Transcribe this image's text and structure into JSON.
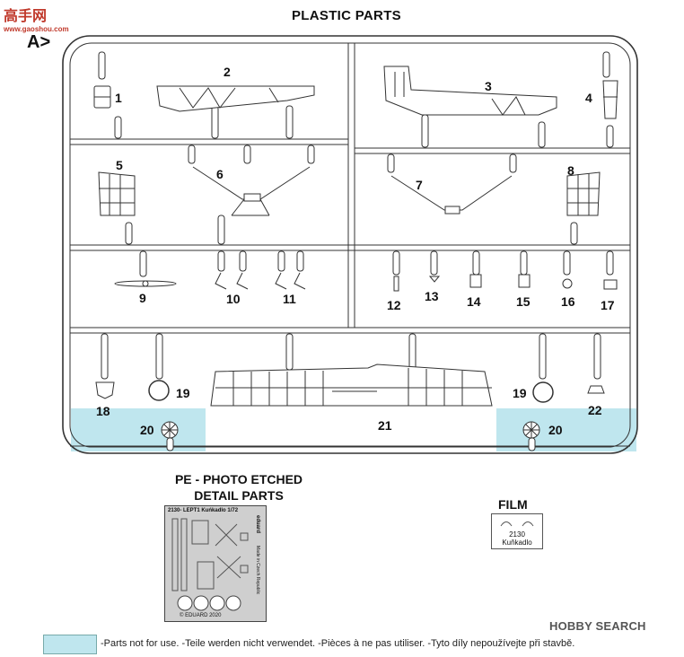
{
  "watermark": {
    "logo": "高手网",
    "url": "www.gaoshou.com"
  },
  "header": {
    "title": "PLASTIC PARTS",
    "sprue_label": "A>"
  },
  "parts": [
    "1",
    "2",
    "3",
    "4",
    "5",
    "6",
    "7",
    "8",
    "9",
    "10",
    "11",
    "12",
    "13",
    "14",
    "15",
    "16",
    "17",
    "18",
    "19",
    "19",
    "20",
    "20",
    "21",
    "22"
  ],
  "pe": {
    "title_line1": "PE - PHOTO ETCHED",
    "title_line2": "DETAIL PARTS",
    "fret_label": "2130- LEPT1 Kuńkadlo 1/72",
    "brand": "eduard",
    "made_in": "Made in Czech Republic",
    "copyright": "© EDUARD 2020"
  },
  "film": {
    "title": "FILM",
    "code": "2130",
    "name": "Kuňkadlo"
  },
  "legend": {
    "text": "-Parts not for use. -Teile werden nicht verwendet. -Pièces à ne pas utiliser. -Tyto díly nepoužívejte při stavbě."
  },
  "watermark_br": {
    "text": "HOBBY SEARCH"
  },
  "colors": {
    "unused_fill": "#bfe6ee",
    "line": "#333333"
  }
}
